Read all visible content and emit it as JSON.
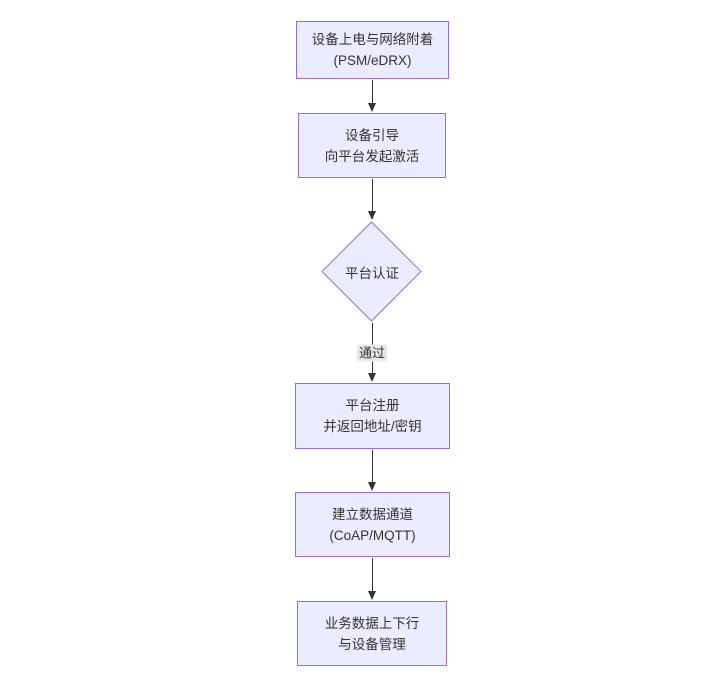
{
  "diagram": {
    "type": "flowchart",
    "direction": "top-down",
    "colors": {
      "node_fill": "#ECECFF",
      "node_border": "#9370DB",
      "arrow": "#333333",
      "edge_label_bg": "#e8e8e8",
      "text": "#333333",
      "background": "#ffffff"
    },
    "nodes": [
      {
        "id": "power-attach",
        "shape": "rect",
        "line1": "设备上电与网络附着",
        "line2": "(PSM/eDRX)"
      },
      {
        "id": "bootstrap",
        "shape": "rect",
        "line1": "设备引导",
        "line2": "向平台发起激活"
      },
      {
        "id": "platform-auth",
        "shape": "diamond",
        "line1": "平台认证",
        "line2": ""
      },
      {
        "id": "register",
        "shape": "rect",
        "line1": "平台注册",
        "line2": "并返回地址/密钥"
      },
      {
        "id": "data-channel",
        "shape": "rect",
        "line1": "建立数据通道",
        "line2": "(CoAP/MQTT)"
      },
      {
        "id": "business",
        "shape": "rect",
        "line1": "业务数据上下行",
        "line2": "与设备管理"
      }
    ],
    "edges": [
      {
        "from": "power-attach",
        "to": "bootstrap",
        "label": ""
      },
      {
        "from": "bootstrap",
        "to": "platform-auth",
        "label": ""
      },
      {
        "from": "platform-auth",
        "to": "register",
        "label": "通过"
      },
      {
        "from": "register",
        "to": "data-channel",
        "label": ""
      },
      {
        "from": "data-channel",
        "to": "business",
        "label": ""
      }
    ]
  }
}
